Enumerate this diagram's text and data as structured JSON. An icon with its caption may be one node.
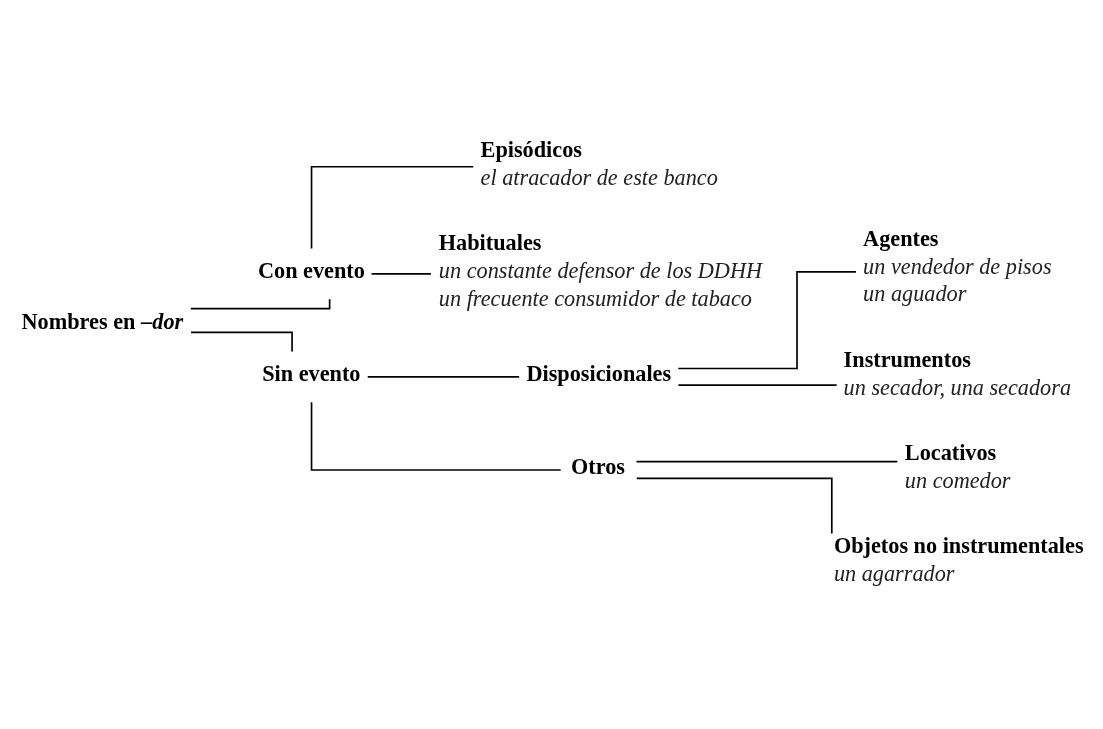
{
  "diagram": {
    "nodes": [
      {
        "text": [
          "Nombres en –*dor*"
        ]
      },
      {
        "text": [
          "Con evento"
        ]
      },
      {
        "text": [
          "Episódicos",
          "el atracador de este banco"
        ]
      },
      {
        "text": [
          "Habituales",
          "un constante defensor de los DDHH",
          "un frecuente consumidor de tabaco"
        ]
      },
      {
        "text": [
          "Sin evento"
        ]
      },
      {
        "text": [
          "Disposicionales"
        ]
      },
      {
        "text": [
          "Agentes",
          "un vendedor de pisos",
          "un aguador"
        ]
      },
      {
        "text": [
          "Instrumentos",
          "un secador, una secadora"
        ]
      },
      {
        "text": [
          "Otros"
        ]
      },
      {
        "text": [
          "Locativos",
          "un comedor"
        ]
      },
      {
        "text": [
          "Objetos no instrumentales",
          "un agarrador"
        ]
      }
    ],
    "edges": [
      {
        "from": 0,
        "to": 1,
        "arrow": "none"
      },
      {
        "from": 0,
        "to": 4,
        "arrow": "none"
      },
      {
        "from": 1,
        "to": 2,
        "arrow": "none"
      },
      {
        "from": 1,
        "to": 3,
        "arrow": "none"
      },
      {
        "from": 4,
        "to": 5,
        "arrow": "none"
      },
      {
        "from": 4,
        "to": 8,
        "arrow": "none"
      },
      {
        "from": 5,
        "to": 6,
        "arrow": "none"
      },
      {
        "from": 5,
        "to": 7,
        "arrow": "none"
      },
      {
        "from": 8,
        "to": 9,
        "arrow": "none"
      },
      {
        "from": 8,
        "to": 10,
        "arrow": "none"
      }
    ]
  }
}
